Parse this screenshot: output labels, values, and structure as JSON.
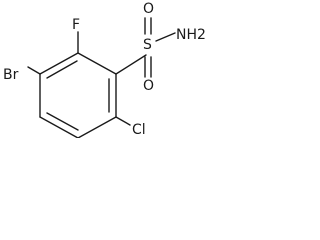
{
  "molecule": {
    "atoms": {
      "br": "Br",
      "f": "F",
      "s": "S",
      "o_top": "O",
      "o_bottom": "O",
      "nh2": "NH2",
      "cl": "Cl"
    }
  }
}
